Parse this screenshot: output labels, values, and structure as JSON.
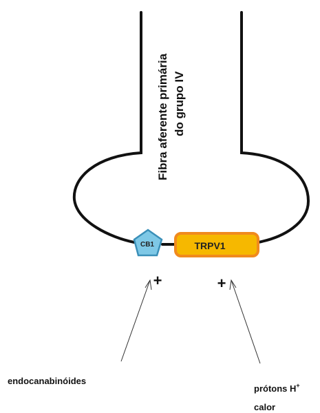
{
  "fiber": {
    "title_line1": "Fibra aferente primária",
    "title_line2": "do grupo IV"
  },
  "receptors": {
    "cb1": {
      "label": "CB1",
      "fill": "#7ec8e6",
      "stroke": "#3a8fb8",
      "plus": "+"
    },
    "trpv1": {
      "label": "TRPV1",
      "fill": "#f6b800",
      "stroke": "#f08a1e",
      "plus": "+"
    }
  },
  "stimuli": {
    "endocannabinoids": "endocanabinóides",
    "protons": "prótons H",
    "protons_superscript": "+",
    "heat": "calor"
  },
  "colors": {
    "membrane": "#111111",
    "arrow": "#333333"
  }
}
